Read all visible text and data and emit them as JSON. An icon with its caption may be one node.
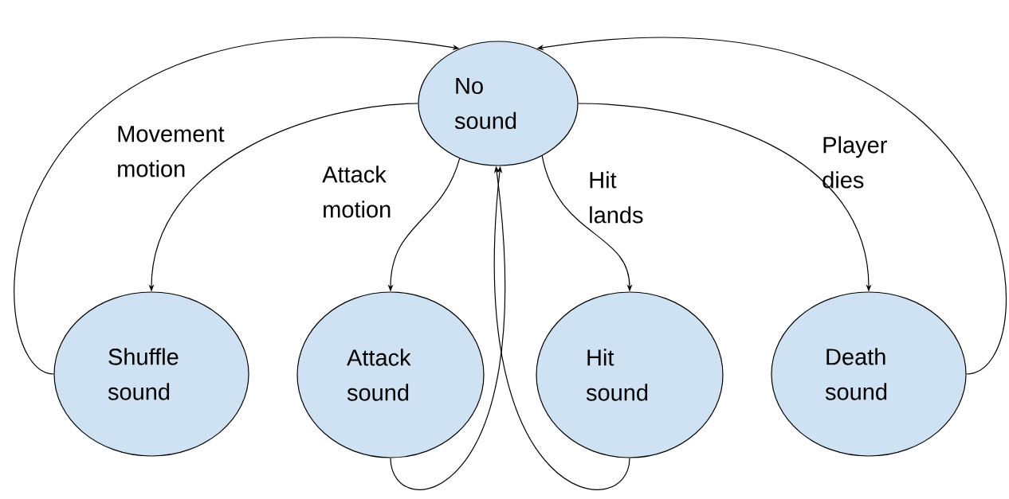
{
  "diagram": {
    "nodes": [
      {
        "text": [
          "No sound"
        ]
      },
      {
        "text": [
          "Shuffle sound"
        ]
      },
      {
        "text": [
          "Attack sound"
        ]
      },
      {
        "text": [
          "Hit sound"
        ]
      },
      {
        "text": [
          "Death sound"
        ]
      }
    ],
    "edges": [
      {
        "from": 0,
        "to": 1,
        "arrow": "to",
        "label": "Movement motion"
      },
      {
        "from": 0,
        "to": 2,
        "arrow": "to",
        "label": "Attack motion"
      },
      {
        "from": 0,
        "to": 3,
        "arrow": "to",
        "label": "Hit lands"
      },
      {
        "from": 0,
        "to": 4,
        "arrow": "to",
        "label": "Player dies"
      },
      {
        "from": 1,
        "to": 0,
        "arrow": "to"
      },
      {
        "from": 4,
        "to": 0,
        "arrow": "to"
      },
      {
        "from": 2,
        "to": 0,
        "arrow": "to"
      },
      {
        "from": 3,
        "to": 0,
        "arrow": "to"
      }
    ]
  }
}
